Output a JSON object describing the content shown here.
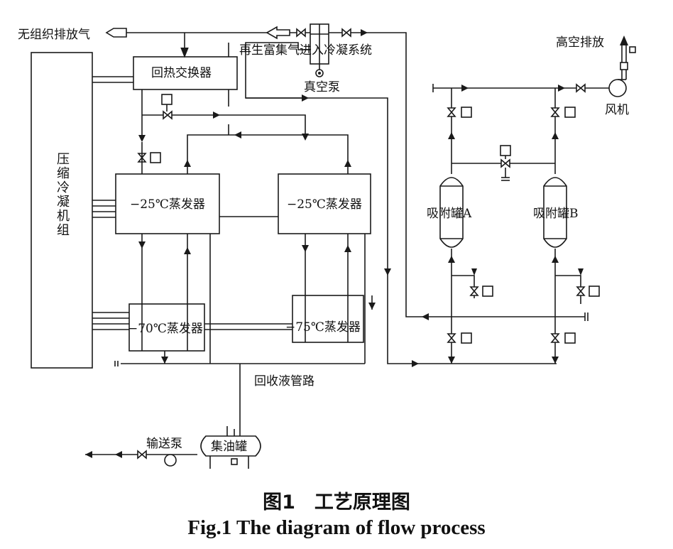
{
  "labels": {
    "unorganized_exhaust": "无组织排放气",
    "regen_gas": "再生富集气进入冷凝系统",
    "vacuum_pump": "真空泵",
    "high_exhaust": "高空排放",
    "fan": "风机",
    "compressor": [
      "压",
      "缩",
      "冷",
      "凝",
      "机",
      "组"
    ],
    "heat_exchanger": "回热交换器",
    "evap_25_a": "−25℃蒸发器",
    "evap_25_b": "−25℃蒸发器",
    "evap_70": "−70℃蒸发器",
    "evap_75": "−75℃蒸发器",
    "adsorber_a": "吸附罐A",
    "adsorber_b": "吸附罐B",
    "recovery_line": "回收液管路",
    "transfer_pump": "输送泵",
    "oil_tank": "集油罐"
  },
  "caption": {
    "cn": "图1　工艺原理图",
    "en": "Fig.1 The diagram of flow process"
  }
}
